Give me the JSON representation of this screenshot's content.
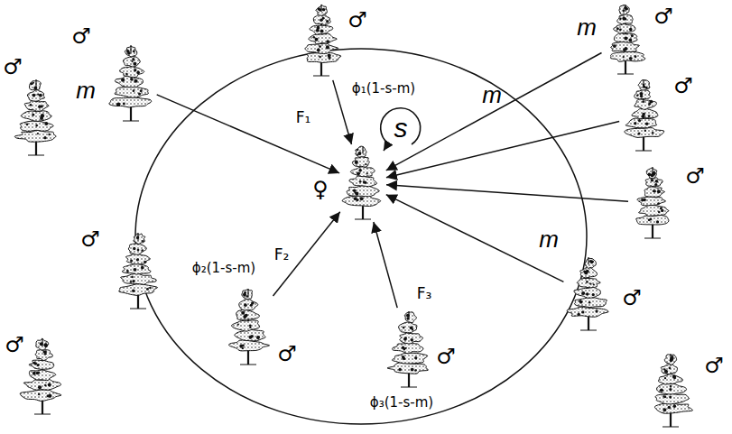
{
  "diagram": {
    "nodes": [
      {
        "text": [
          "♀"
        ]
      },
      {
        "text": [
          "♂",
          "ϕ₁(1-s-m)"
        ]
      },
      {
        "text": [
          "♂",
          "ϕ₂(1-s-m)"
        ]
      },
      {
        "text": [
          "♂",
          "ϕ₃(1-s-m)"
        ]
      },
      {
        "text": [
          "♂"
        ]
      },
      {
        "text": [
          "♂"
        ]
      },
      {
        "text": [
          "♂"
        ]
      },
      {
        "text": [
          "♂"
        ]
      },
      {
        "text": [
          "♂"
        ]
      },
      {
        "text": [
          "♂"
        ]
      },
      {
        "text": [
          "♂"
        ]
      },
      {
        "text": [
          "♂"
        ]
      },
      {
        "text": [
          "♂"
        ]
      }
    ],
    "edges": [
      {
        "from": 1,
        "to": 0,
        "arrow": "to",
        "label": "F₁"
      },
      {
        "from": 2,
        "to": 0,
        "arrow": "to",
        "label": "F₂"
      },
      {
        "from": 3,
        "to": 0,
        "arrow": "to",
        "label": "F₃"
      },
      {
        "from": 4,
        "to": 0,
        "arrow": "to"
      },
      {
        "from": 8,
        "to": 0,
        "arrow": "to"
      },
      {
        "from": 9,
        "to": 0,
        "arrow": "to"
      },
      {
        "from": 10,
        "to": 0,
        "arrow": "to"
      },
      {
        "from": 11,
        "to": 0,
        "arrow": "to"
      }
    ],
    "labels": [
      "m",
      "m",
      "m",
      "m",
      "s"
    ]
  }
}
